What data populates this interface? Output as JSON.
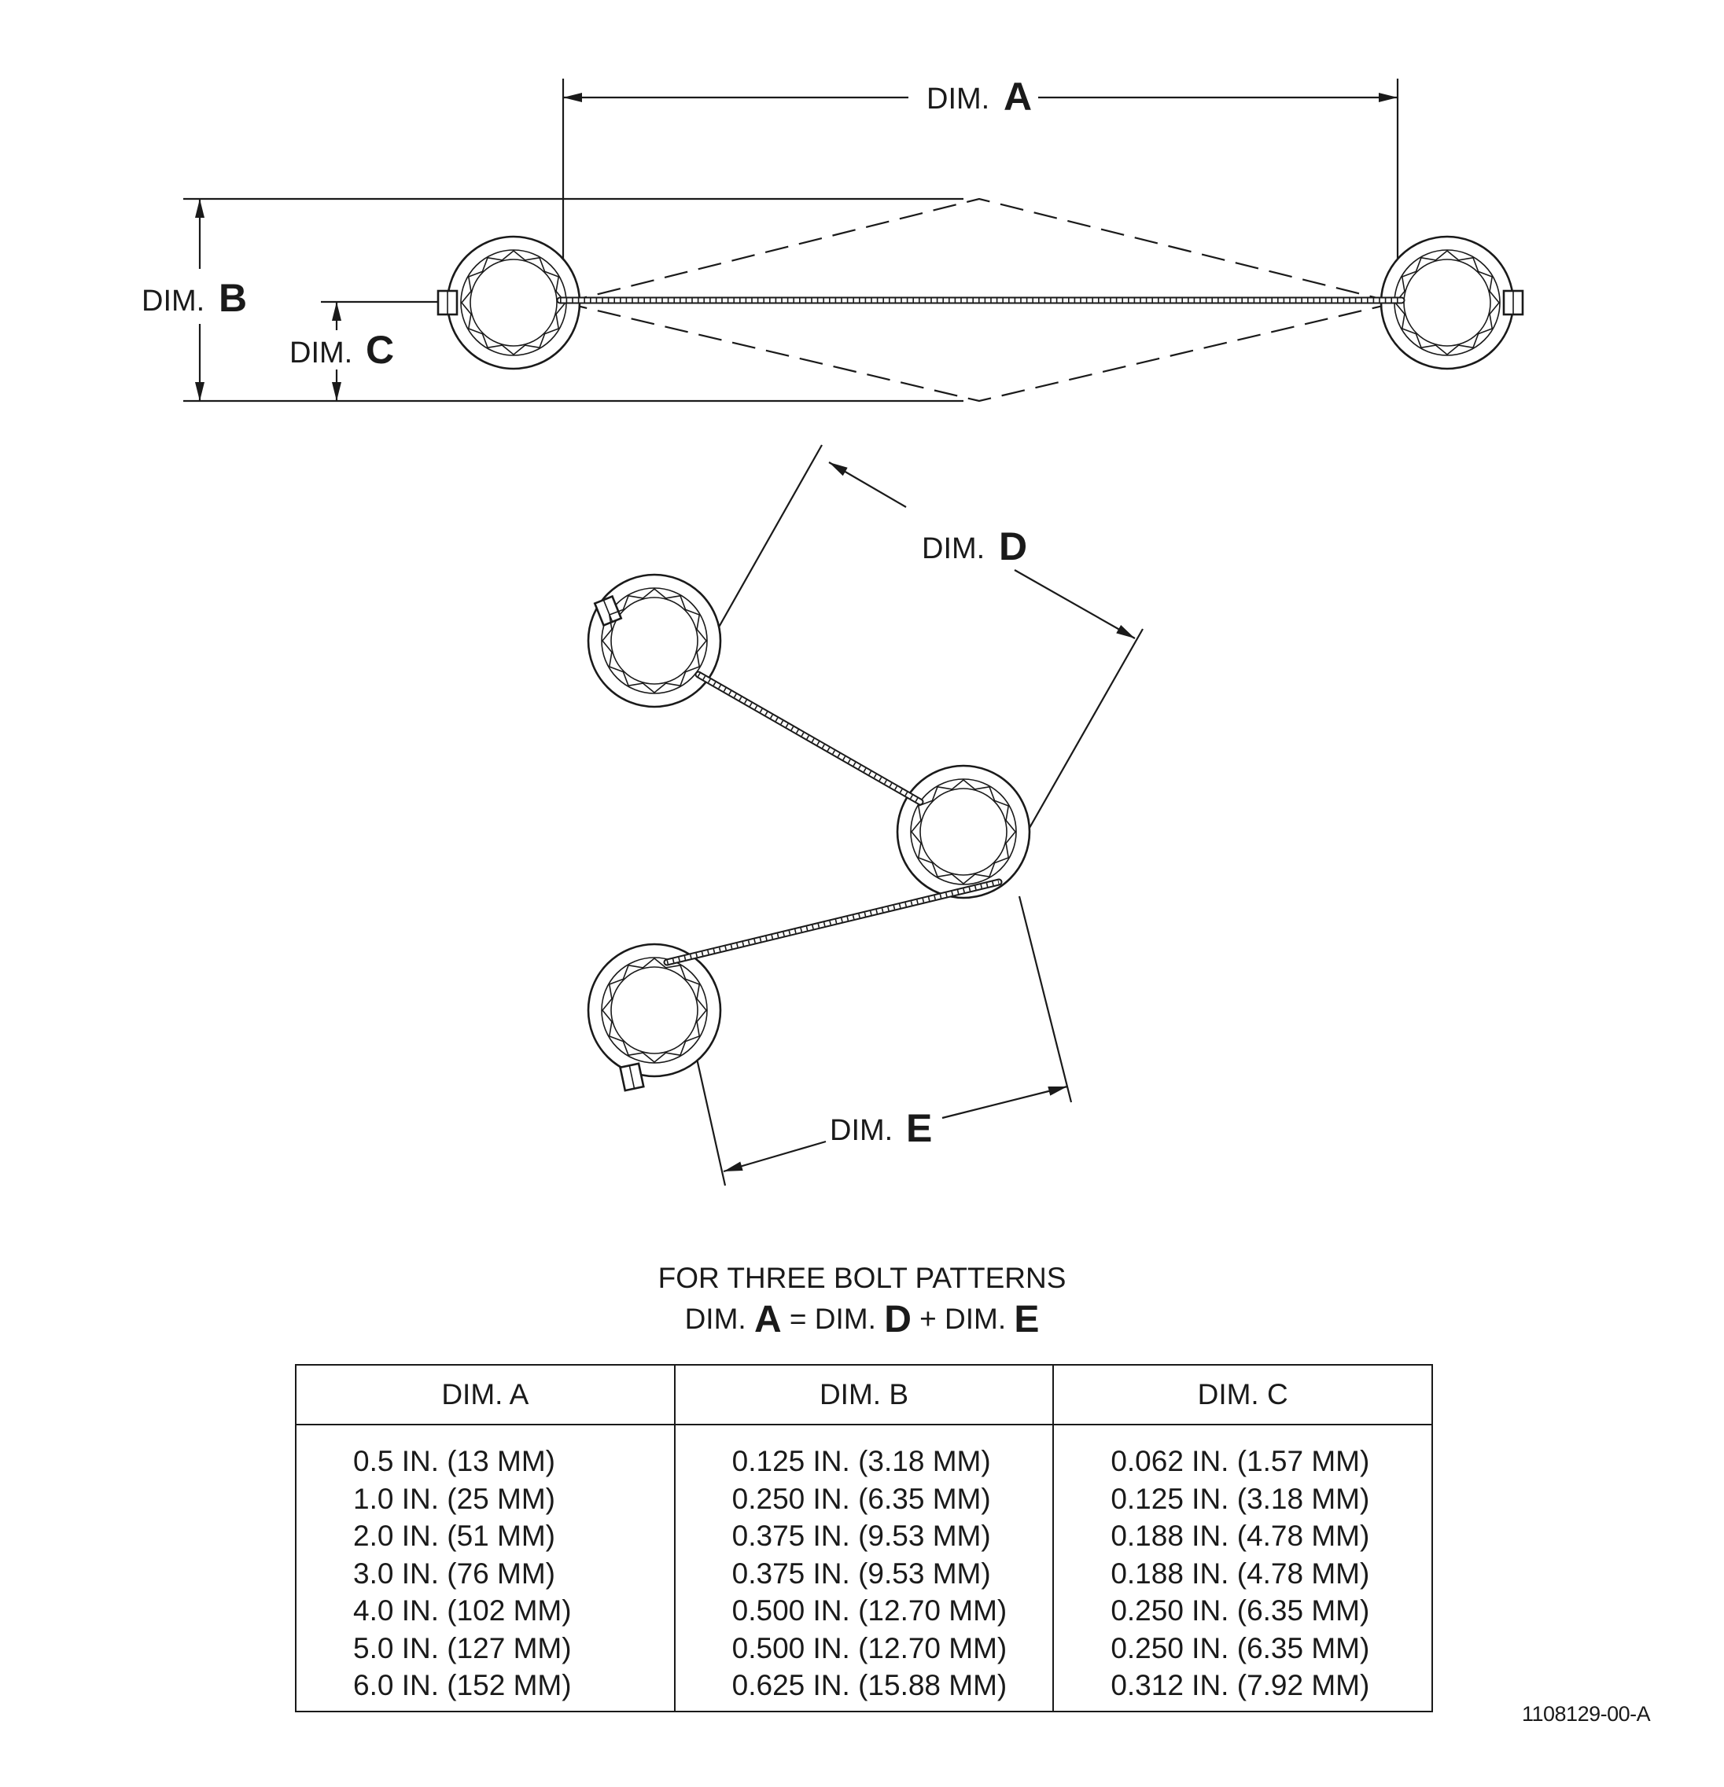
{
  "labels": {
    "dim": "DIM.",
    "a": "A",
    "b": "B",
    "c": "C",
    "d": "D",
    "e": "E"
  },
  "note": {
    "line1": "FOR THREE BOLT PATTERNS",
    "dim": "DIM.",
    "a": "A",
    "eq": "=",
    "d": "D",
    "plus": "+",
    "e": "E"
  },
  "table": {
    "headers": [
      "DIM. A",
      "DIM. B",
      "DIM. C"
    ],
    "columns": [
      [
        "0.5 IN. (13 MM)",
        "1.0 IN. (25 MM)",
        "2.0 IN. (51 MM)",
        "3.0 IN. (76 MM)",
        "4.0 IN. (102 MM)",
        "5.0 IN. (127 MM)",
        "6.0 IN. (152 MM)"
      ],
      [
        "0.125 IN. (3.18 MM)",
        "0.250 IN. (6.35 MM)",
        "0.375 IN. (9.53 MM)",
        "0.375 IN. (9.53 MM)",
        "0.500 IN. (12.70 MM)",
        "0.500 IN. (12.70 MM)",
        "0.625 IN. (15.88 MM)"
      ],
      [
        "0.062 IN. (1.57 MM)",
        "0.125 IN. (3.18 MM)",
        "0.188 IN. (4.78 MM)",
        "0.188 IN. (4.78 MM)",
        "0.250 IN. (6.35 MM)",
        "0.250 IN. (6.35 MM)",
        "0.312 IN. (7.92 MM)"
      ]
    ]
  },
  "doc_id": "1108129-00-A"
}
